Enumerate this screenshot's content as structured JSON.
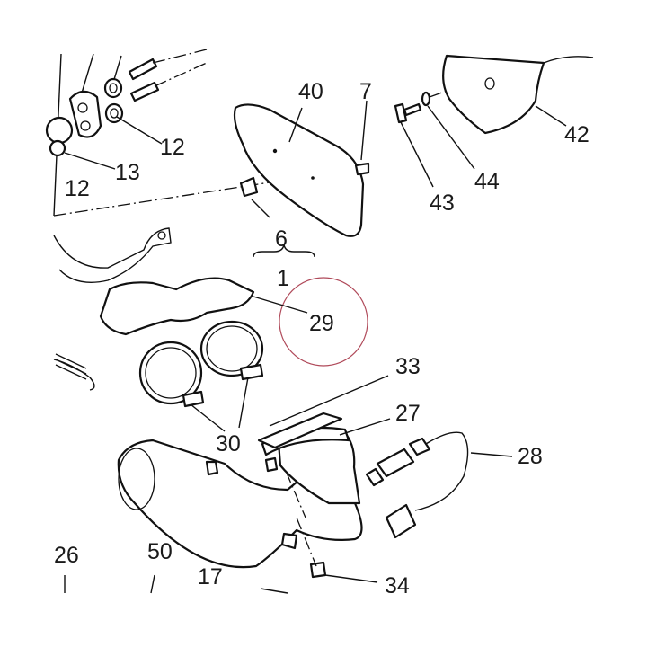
{
  "labels": {
    "l40": "40",
    "l7": "7",
    "l12a": "12",
    "l12b": "12",
    "l13": "13",
    "l42": "42",
    "l44": "44",
    "l43": "43",
    "l6": "6",
    "l1": "1",
    "l29": "29",
    "l33": "33",
    "l27": "27",
    "l28": "28",
    "l30": "30",
    "l26": "26",
    "l50": "50",
    "l17": "17",
    "l34": "34"
  },
  "colors": {
    "line": "#111111",
    "highlight_circle": "#b04a5a",
    "background": "#ffffff"
  }
}
